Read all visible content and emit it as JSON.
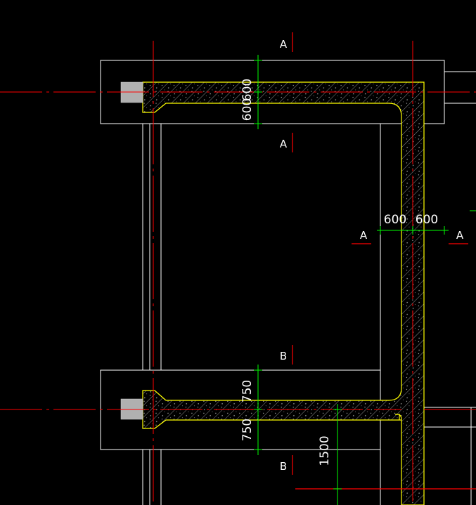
{
  "drawing": {
    "background": "#000000",
    "colors": {
      "outline": "#ffffff",
      "center_line": "#ff0000",
      "section_mark": "#ff0000",
      "dimension_line": "#00ff00",
      "concrete_edge": "#ffff00",
      "hatch": "#9a9a9a",
      "anchor_block": "#b0b0b0"
    },
    "dimensions": {
      "top_upper": "600",
      "top_lower": "600",
      "right_left": "600",
      "right_right": "600",
      "bottom_upper": "750",
      "bottom_lower": "750",
      "bottom_offset": "1500"
    },
    "section_labels": {
      "a_top": "A",
      "a_top_lower": "A",
      "a_right_left": "A",
      "a_right_right": "A",
      "b_upper": "B",
      "b_lower": "B"
    }
  }
}
